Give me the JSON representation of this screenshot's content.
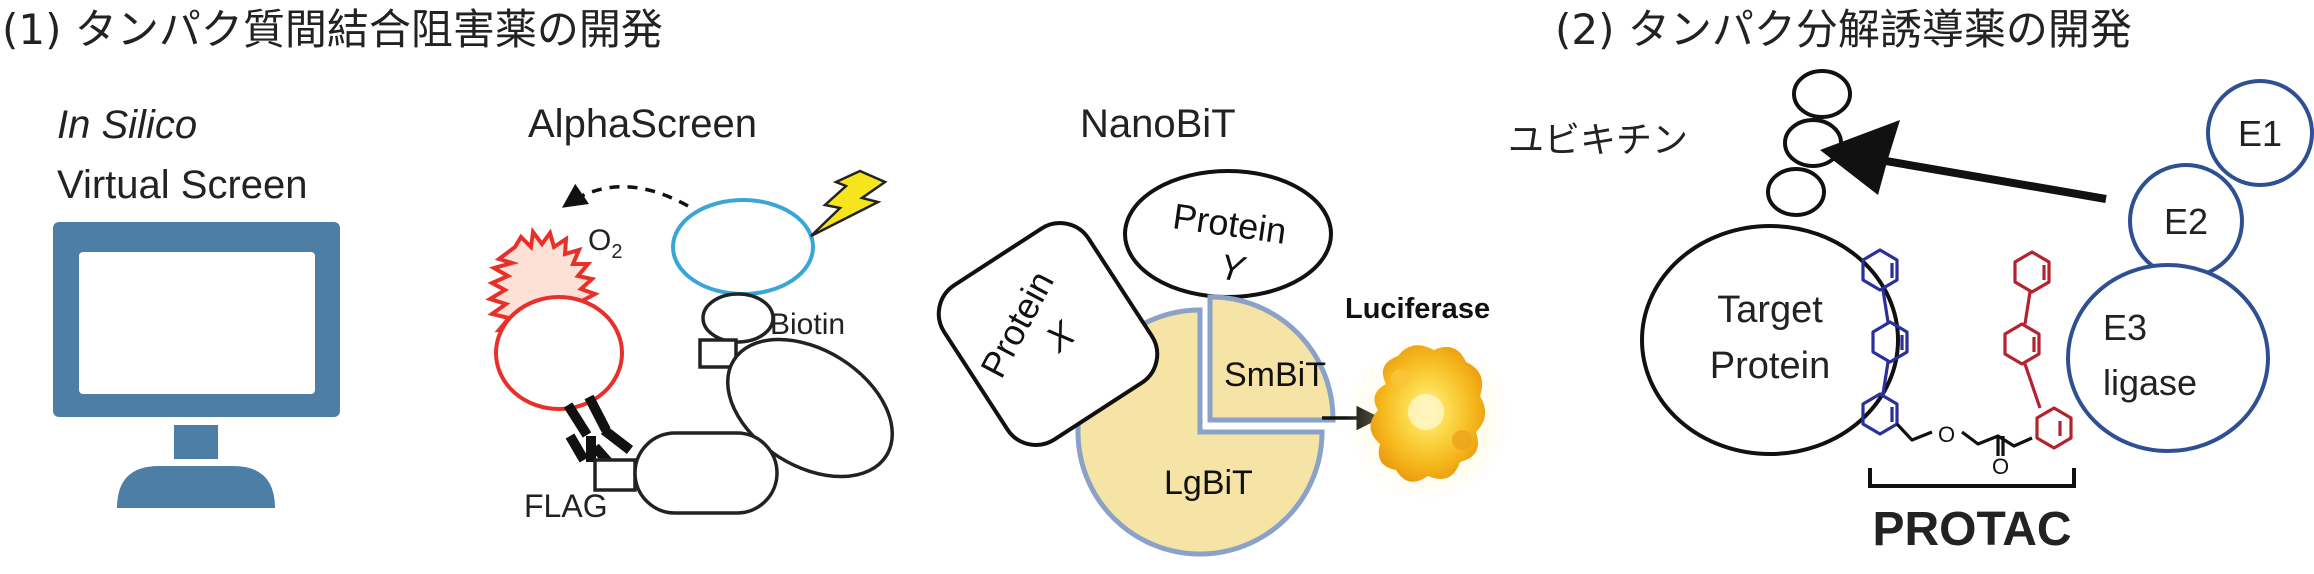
{
  "section1": {
    "title": "(1) タンパク質間結合阻害薬の開発",
    "insilico": {
      "line1": "In Silico",
      "line2": "Virtual Screen"
    },
    "alphascreen": {
      "title": "AlphaScreen",
      "o2_label": "O",
      "o2_sub": "2",
      "biotin_label": "Biotin",
      "flag_label": "FLAG"
    },
    "nanobit": {
      "title": "NanoBiT",
      "protein_x_line1": "Protein",
      "protein_x_line2": "X",
      "protein_y_line1": "Protein",
      "protein_y_line2": "Y",
      "smbit_label": "SmBiT",
      "lgbit_label": "LgBiT",
      "luciferase_label": "Luciferase"
    }
  },
  "section2": {
    "title": "(2) タンパク分解誘導薬の開発",
    "ubiquitin_label": "ユビキチン",
    "e1_label": "E1",
    "e2_label": "E2",
    "e3_line1": "E3",
    "e3_line2": "ligase",
    "target_line1": "Target",
    "target_line2": "Protein",
    "linker_o_label": "O",
    "carbonyl_o_label": "O",
    "protac_label": "PROTAC"
  },
  "colors": {
    "monitor": "#4d7fa6",
    "donor_bead": "#3aa6d6",
    "acceptor_bead": "#e8302a",
    "burst_fill": "#fde0d6",
    "lightning": "#f6e51d",
    "bit_fill": "#f6e3a6",
    "bit_stroke": "#8aa2c8",
    "luciferase": "#f5b51a",
    "e_ring": "#2f4f93",
    "ligand_blue": "#2b2f9b",
    "ligand_red": "#b3232d"
  }
}
